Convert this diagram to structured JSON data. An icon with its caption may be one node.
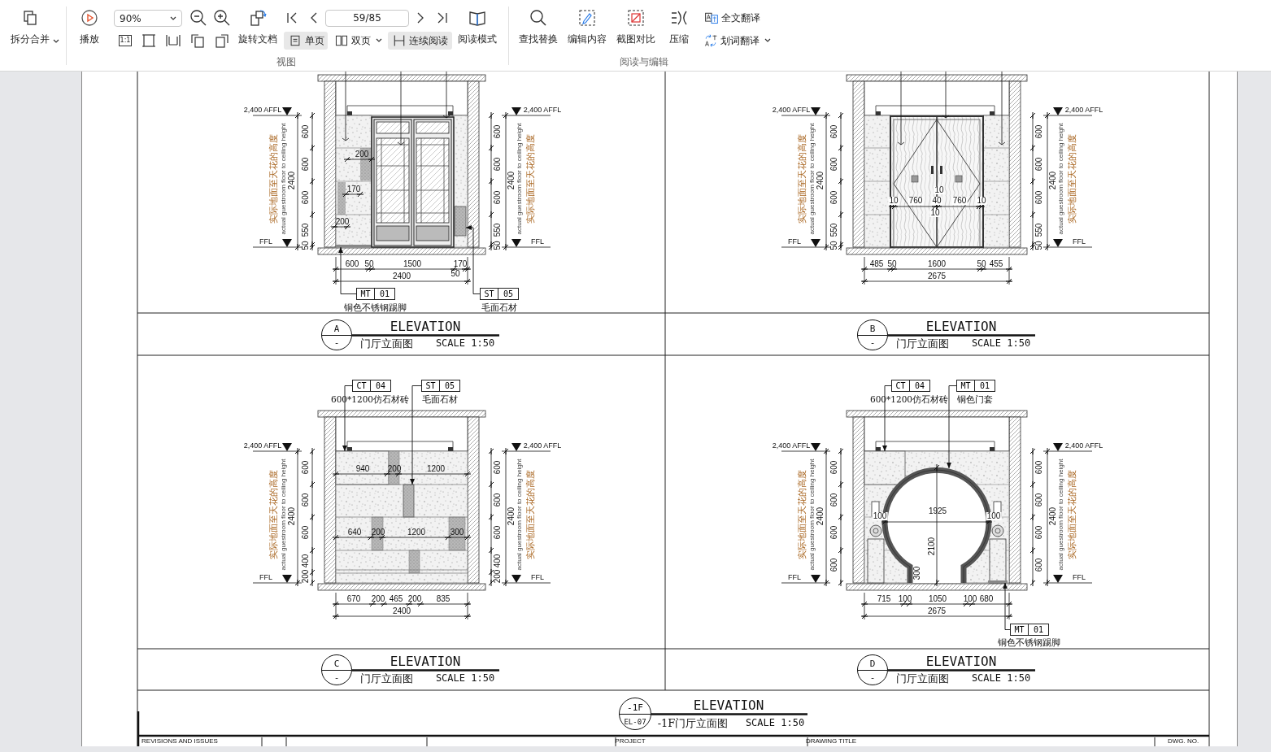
{
  "diagram": {
    "nodes": [
      {
        "text": [
          "MT",
          "01"
        ],
        "beside": [
          "铜色不锈钢踢脚"
        ]
      },
      {
        "text": [
          "ST",
          "05"
        ],
        "beside": [
          "毛面石材"
        ]
      },
      {
        "text": [
          "A",
          "-"
        ],
        "beside": [
          "ELEVATION",
          "门厅立面图",
          "SCALE 1:50"
        ]
      },
      {
        "text": [
          "B",
          "-"
        ],
        "beside": [
          "ELEVATION",
          "门厅立面图",
          "SCALE 1:50"
        ]
      },
      {
        "text": [
          "CT",
          "04"
        ],
        "beside": [
          "600*1200仿石材砖"
        ]
      },
      {
        "text": [
          "ST",
          "05"
        ],
        "beside": [
          "毛面石材"
        ]
      },
      {
        "text": [
          "C",
          "-"
        ],
        "beside": [
          "ELEVATION",
          "门厅立面图",
          "SCALE 1:50"
        ]
      },
      {
        "text": [
          "CT",
          "04"
        ],
        "beside": [
          "600*1200仿石材砖"
        ]
      },
      {
        "text": [
          "MT",
          "01"
        ],
        "beside": [
          "铜色门套"
        ]
      },
      {
        "text": [
          "MT",
          "01"
        ],
        "beside": [
          "铜色不锈钢踢脚"
        ]
      },
      {
        "text": [
          "D",
          "-"
        ],
        "beside": [
          "ELEVATION",
          "门厅立面图",
          "SCALE 1:50"
        ]
      },
      {
        "text": [
          "-1F",
          "EL-07"
        ],
        "beside": [
          "ELEVATION",
          "-1F门厅立面图",
          "SCALE 1:50"
        ]
      },
      {
        "text": [],
        "shape": "bar"
      },
      {
        "text": [],
        "shape": "box"
      },
      {
        "text": [],
        "shape": "box"
      },
      {
        "text": [],
        "shape": "box"
      },
      {
        "text": [],
        "shape": "box"
      },
      {
        "text": [],
        "shape": "arch"
      },
      {
        "text": [],
        "shape": "bar"
      }
    ],
    "edges": [
      {
        "from": 0,
        "to": 12,
        "arrow": "to"
      },
      {
        "from": 1,
        "to": 13,
        "arrow": "to"
      },
      {
        "from": 4,
        "to": 14,
        "arrow": "to"
      },
      {
        "from": 5,
        "to": 15,
        "arrow": "to"
      },
      {
        "from": 7,
        "to": 16,
        "arrow": "to"
      },
      {
        "from": 8,
        "to": 17,
        "arrow": "to"
      },
      {
        "from": 9,
        "to": 18,
        "arrow": "to"
      }
    ],
    "labels": [
      "拆分合并",
      "播放",
      "90%",
      "1:1",
      "旋转文档",
      "59/85",
      "单页",
      "双页",
      "连续阅读",
      "阅读模式",
      "查找替换",
      "编辑内容",
      "截图对比",
      "压缩",
      "全文翻译",
      "划词翻译",
      "视图",
      "阅读与编辑",
      "2,400 AFFL",
      "FFL",
      "实际地面至天花的高度",
      "actual guestroom floor to ceiling height",
      "2400",
      "600",
      "600",
      "600",
      "550",
      "50",
      "200",
      "170",
      "200",
      "600",
      "50",
      "1500",
      "170",
      "2400",
      "50",
      "600",
      "600",
      "600",
      "550",
      "50",
      "2400",
      "actual guestroom floor to ceiling height",
      "实际地面至天花的高度",
      "2,400 AFFL",
      "FFL",
      "2,400 AFFL",
      "FFL",
      "实际地面至天花的高度",
      "actual guestroom floor to ceiling height",
      "2400",
      "600",
      "600",
      "600",
      "550",
      "50",
      "10",
      "10",
      "760",
      "40",
      "760",
      "10",
      "10",
      "485",
      "50",
      "1600",
      "50",
      "455",
      "2675",
      "600",
      "600",
      "600",
      "550",
      "50",
      "2400",
      "actual guestroom floor to ceiling height",
      "实际地面至天花的高度",
      "2,400 AFFL",
      "FFL",
      "2,400 AFFL",
      "FFL",
      "实际地面至天花的高度",
      "actual guestroom floor to ceiling height",
      "2400",
      "600",
      "600",
      "600",
      "400",
      "200",
      "940",
      "200",
      "1200",
      "640",
      "200",
      "1200",
      "300",
      "670",
      "200",
      "465",
      "200",
      "835",
      "2400",
      "600",
      "600",
      "600",
      "400",
      "200",
      "2400",
      "actual guestroom floor to ceiling height",
      "实际地面至天花的高度",
      "2,400 AFFL",
      "FFL",
      "2,400 AFFL",
      "FFL",
      "实际地面至天花的高度",
      "actual guestroom floor to ceiling height",
      "2400",
      "600",
      "600",
      "600",
      "600",
      "1925",
      "2100",
      "100",
      "100",
      "300",
      "715",
      "100",
      "1050",
      "100",
      "680",
      "2675",
      "600",
      "600",
      "600",
      "600",
      "2400",
      "actual guestroom floor to ceiling height",
      "实际地面至天花的高度",
      "2,400 AFFL",
      "FFL",
      "REVISIONS AND ISSUES",
      "PROJECT",
      "DRAWING TITLE",
      "DWG. NO."
    ]
  }
}
